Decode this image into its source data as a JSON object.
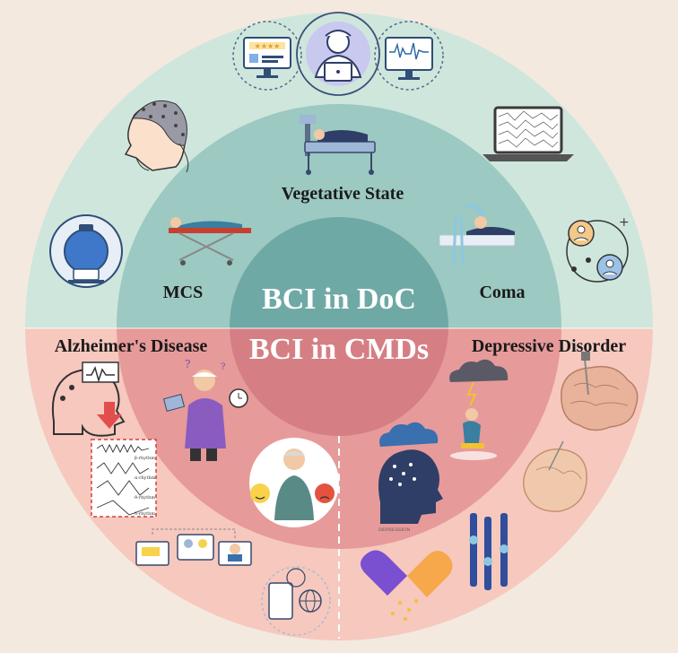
{
  "center": {
    "top": "BCI in DoC",
    "bottom": "BCI in CMDs"
  },
  "doc_states": {
    "vegetative": "Vegetative State",
    "mcs": "MCS",
    "coma": "Coma"
  },
  "cmd_disorders": {
    "alzheimers": "Alzheimer's Disease",
    "depressive": "Depressive Disorder"
  },
  "small_text": {
    "rhythm_labels": [
      "β-rhythm",
      "α-rhythm",
      "θ-rhythm",
      "δ-rhythm"
    ],
    "depression": "DEPRESSION"
  },
  "colors": {
    "outer_top": "#cfe6dc",
    "outer_bottom": "#f6c8be",
    "middle_top": "#9cc9c1",
    "middle_bottom": "#e79a9a",
    "inner_top": "#6fa9a5",
    "inner_bottom": "#d57f84",
    "label_white": "#ffffff"
  }
}
